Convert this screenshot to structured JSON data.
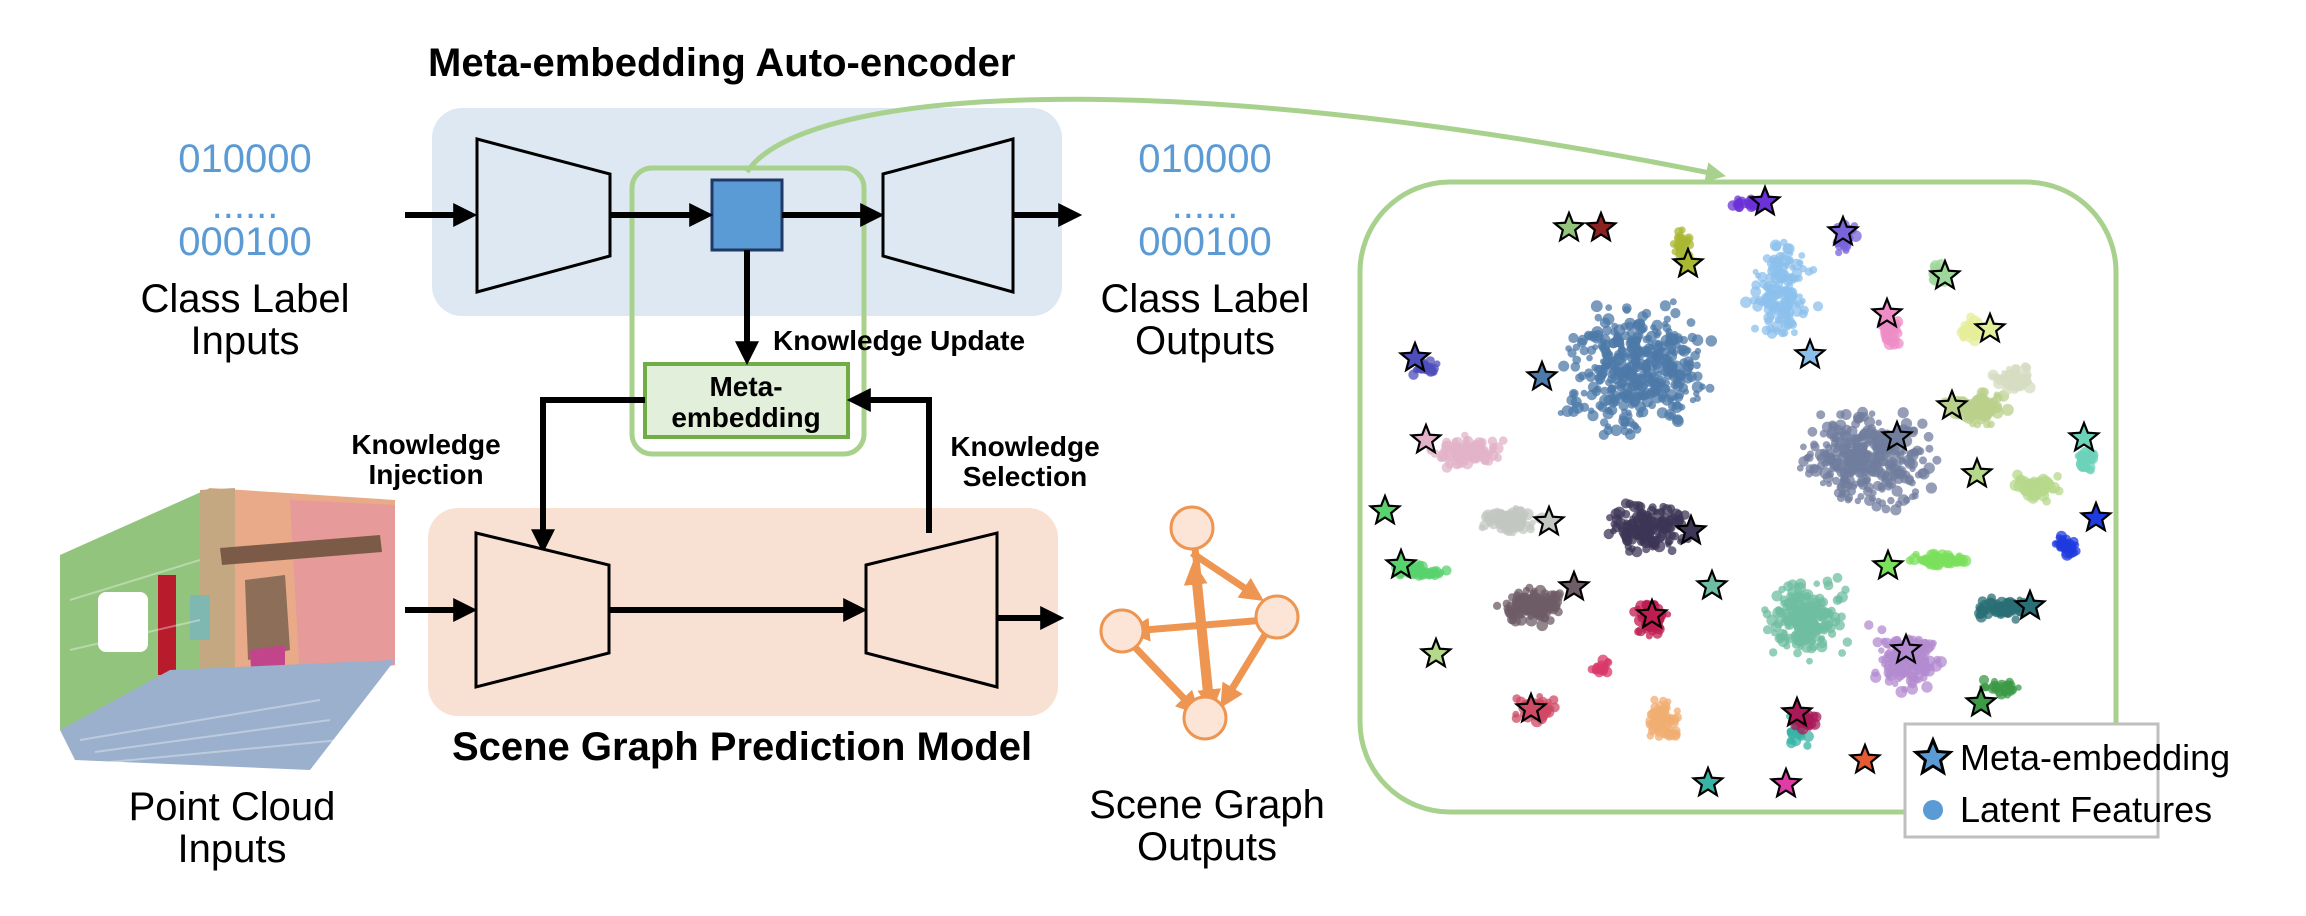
{
  "autoencoder": {
    "title": "Meta-embedding Auto-encoder",
    "inputs": {
      "bin_top": "010000",
      "dots": "......",
      "bin_bottom": "000100",
      "caption_line1": "Class Label",
      "caption_line2": "Inputs"
    },
    "outputs": {
      "bin_top": "010000",
      "dots": "......",
      "bin_bottom": "000100",
      "caption_line1": "Class Label",
      "caption_line2": "Outputs"
    },
    "knowledge_update": "Knowledge Update"
  },
  "meta_box": {
    "line1": "Meta-",
    "line2": "embedding"
  },
  "knowledge_injection": {
    "line1": "Knowledge",
    "line2": "Injection"
  },
  "knowledge_selection": {
    "line1": "Knowledge",
    "line2": "Selection"
  },
  "scene_model": {
    "title": "Scene Graph Prediction Model",
    "input_caption_line1": "Point Cloud",
    "input_caption_line2": "Inputs",
    "output_caption_line1": "Scene Graph",
    "output_caption_line2": "Outputs"
  },
  "legend": {
    "meta_embedding": "Meta-embedding",
    "latent_features": "Latent Features"
  },
  "colors": {
    "autoencoder_bg": "#dee8f3",
    "scene_bg": "#f8e1d3",
    "green_border": "#a9d18e",
    "meta_box_fill": "#e2efda",
    "meta_box_border": "#70ad47",
    "latent_square": "#5b9bd5",
    "binary_text": "#5b9bd5",
    "scene_graph": "#ed9551"
  },
  "icons": {
    "point_cloud": "room-point-cloud-icon",
    "scene_graph": "scene-graph-icon",
    "star": "star-icon"
  }
}
